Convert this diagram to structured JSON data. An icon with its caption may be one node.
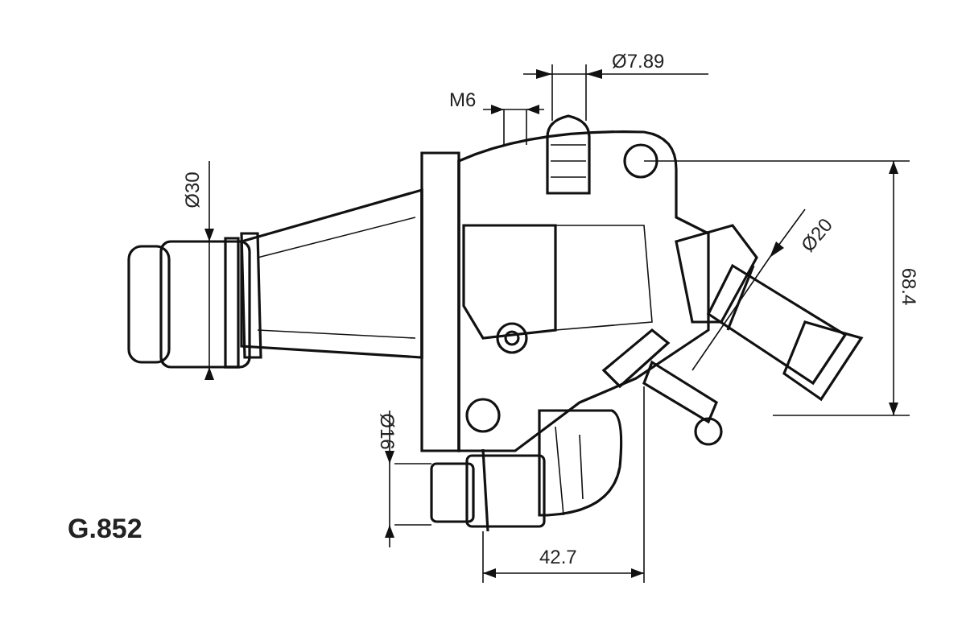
{
  "diagram": {
    "labels": [
      "Ø7.89",
      "M6",
      "Ø30",
      "Ø20",
      "68.4",
      "Ø16",
      "G.852",
      "42.7"
    ]
  }
}
